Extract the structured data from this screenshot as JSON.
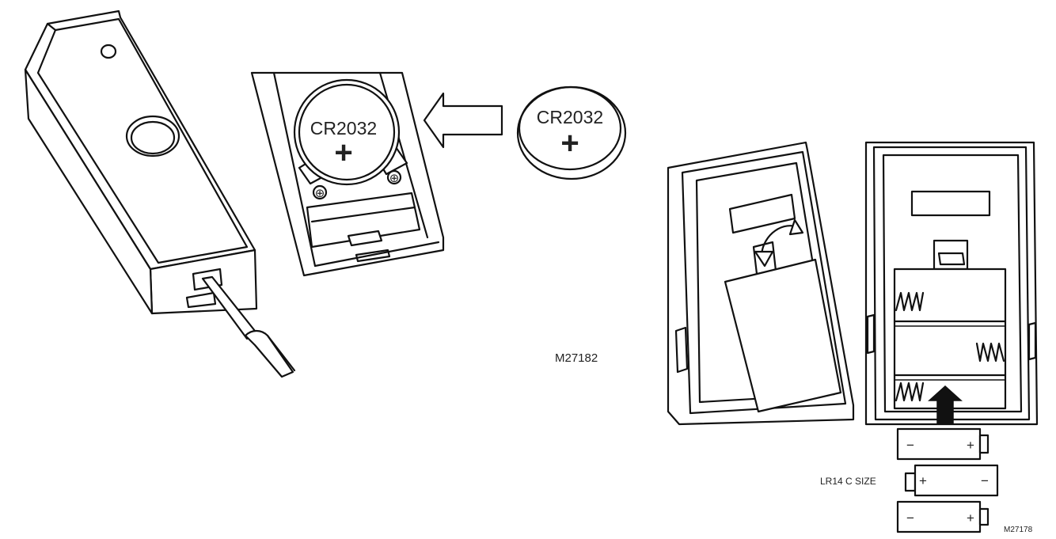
{
  "coin_cell_installed": {
    "model": "CR2032",
    "polarity": "+"
  },
  "coin_cell_loose": {
    "model": "CR2032",
    "polarity": "+"
  },
  "contact_marks": [
    "⊕",
    "⊕"
  ],
  "figure_codes": {
    "left": "M27182",
    "right": "M27178"
  },
  "battery_label": "LR14 C SIZE",
  "batteries": [
    {
      "left_sign": "−",
      "right_sign": "+"
    },
    {
      "left_sign": "+",
      "right_sign": "−"
    },
    {
      "left_sign": "−",
      "right_sign": "+"
    }
  ]
}
